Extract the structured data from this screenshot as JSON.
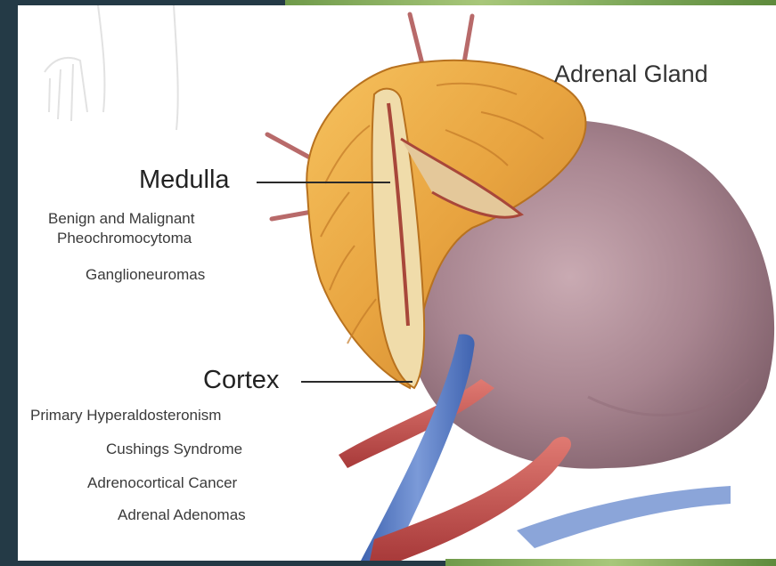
{
  "title": "Adrenal Gland",
  "medulla": {
    "heading": "Medulla",
    "conditions": [
      "Benign and Malignant",
      "Pheochromocytoma",
      "Ganglioneuromas"
    ]
  },
  "cortex": {
    "heading": "Cortex",
    "conditions": [
      "Primary Hyperaldosteronism",
      "Cushings Syndrome",
      "Adrenocortical Cancer",
      "Adrenal Adenomas"
    ]
  },
  "colors": {
    "frame": "#243a46",
    "accent_strip": "#8fb766",
    "cortex_gold": "#e8a440",
    "kidney": "#a07b86",
    "artery": "#c84e4e",
    "vein": "#5a7ec4"
  }
}
